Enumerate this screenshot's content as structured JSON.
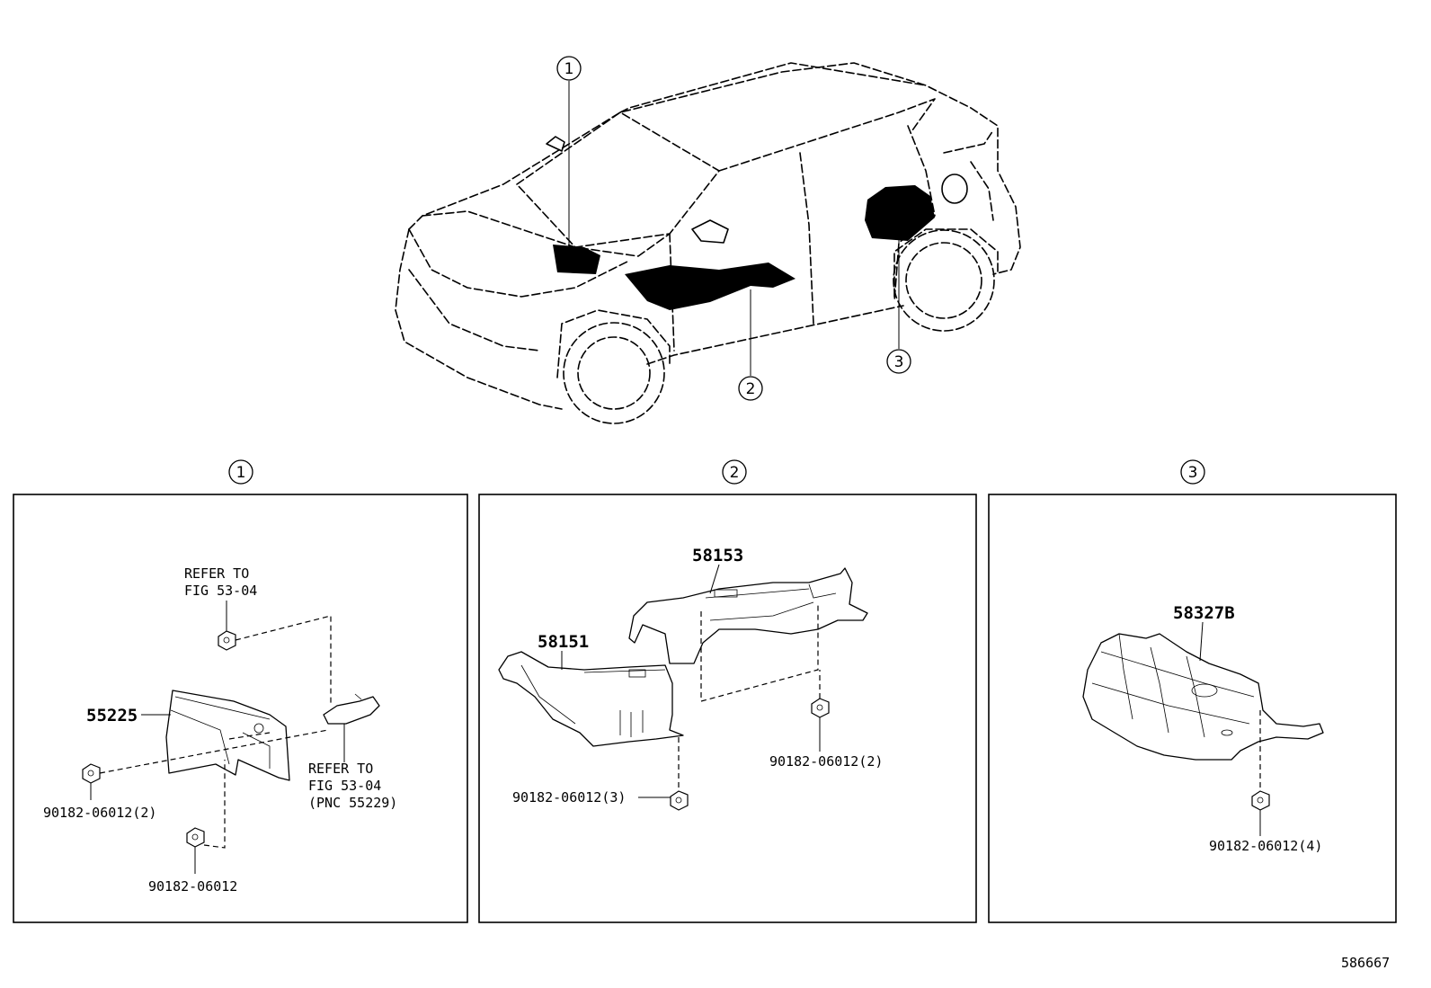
{
  "callouts": {
    "one": "1",
    "two": "2",
    "three": "3"
  },
  "panel1": {
    "refer_top": [
      "REFER TO",
      "FIG 53-04"
    ],
    "refer_bottom": [
      "REFER TO",
      "FIG 53-04",
      "(PNC 55229)"
    ],
    "part_main": "55225",
    "bolt_left": "90182-06012(2)",
    "bolt_bottom": "90182-06012"
  },
  "panel2": {
    "part_a": "58153",
    "part_b": "58151",
    "bolt_right": "90182-06012(2)",
    "bolt_left": "90182-06012(3)"
  },
  "panel3": {
    "part_main": "58327B",
    "bolt": "90182-06012(4)"
  },
  "figure_number": "586667"
}
